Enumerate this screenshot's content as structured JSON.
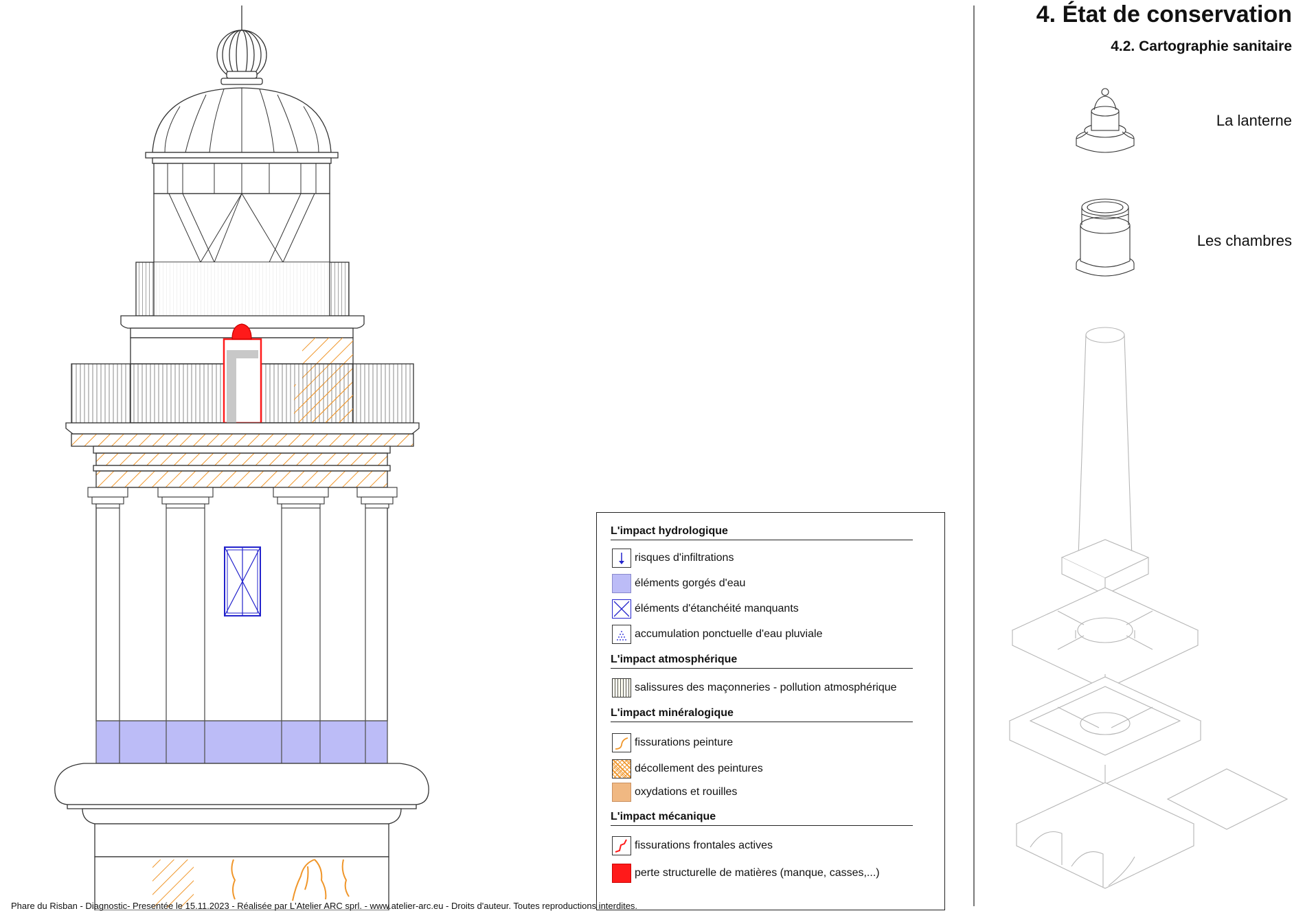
{
  "header": {
    "title": "4. État de conservation",
    "subtitle": "4.2. Cartographie sanitaire"
  },
  "axonometry": {
    "lanterne_label": "La lanterne",
    "chambres_label": "Les chambres"
  },
  "legend": {
    "groups": [
      {
        "heading": "L'impact hydrologique",
        "items": [
          {
            "label": "risques d'infiltrations",
            "swatch": "arrow-down-icon"
          },
          {
            "label": "éléments gorgés d'eau",
            "swatch": "fill-lavender"
          },
          {
            "label": "éléments d'étanchéité manquants",
            "swatch": "cross-box-icon"
          },
          {
            "label": "accumulation ponctuelle d'eau pluviale",
            "swatch": "dot-triangle-icon"
          }
        ]
      },
      {
        "heading": "L'impact atmosphérique",
        "items": [
          {
            "label": "salissures des maçonneries - pollution atmosphérique",
            "swatch": "vertical-hatch"
          }
        ]
      },
      {
        "heading": "L'impact minéralogique",
        "items": [
          {
            "label": "fissurations peinture",
            "swatch": "orange-crack-icon"
          },
          {
            "label": "décollement des peintures",
            "swatch": "orange-crosshatch"
          },
          {
            "label": "oxydations et rouilles",
            "swatch": "fill-tan"
          }
        ]
      },
      {
        "heading": "L'impact mécanique",
        "items": [
          {
            "label": "fissurations frontales actives",
            "swatch": "red-crack-icon"
          },
          {
            "label": "perte structurelle de matières (manque, casses,...)",
            "swatch": "fill-red"
          }
        ]
      }
    ]
  },
  "footer": {
    "text": "Phare du Risban - Diagnostic- Presentée le 15.11.2023 - Réalisée par L'Atelier ARC sprl. - www.atelier-arc.eu - Droits d'auteur. Toutes reproductions interdites."
  },
  "colors": {
    "line": "#333333",
    "water_fill": "#bcbcf7",
    "water_line": "#2222cc",
    "paint_orange": "#f0962a",
    "rust_tan": "#f0b882",
    "loss_red": "#ff1a1a",
    "axo_line": "#b5b5b5"
  }
}
